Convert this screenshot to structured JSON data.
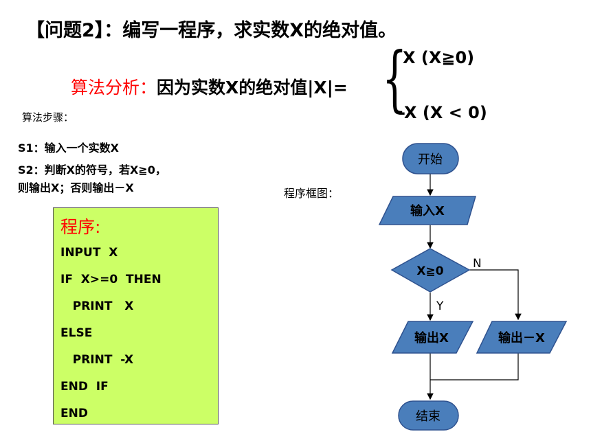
{
  "title": "【问题2】：编写一程序，求实数X的绝对值。",
  "analysis": {
    "label": "算法分析：",
    "text": "因为实数X的绝对值|X|=",
    "case1": "X  (X≧0)",
    "case2": "-X (X < 0)"
  },
  "steps": {
    "heading": "算法步骤：",
    "s1": "S1：输入一个实数X",
    "s2_line1": "S2：判断X的符号，若X≧0，",
    "s2_line2": "则输出X；否则输出－X"
  },
  "program": {
    "heading": "程序:",
    "lines": [
      "INPUT  X",
      "IF  X>=0  THEN",
      "   PRINT   X",
      "ELSE",
      "   PRINT  -X",
      "END  IF",
      "END"
    ]
  },
  "flowchart": {
    "label": "程序框图：",
    "start": "开始",
    "input": "输入X",
    "decision": "X≧0",
    "yes": "Y",
    "no": "N",
    "output_yes": "输出X",
    "output_no": "输出－X",
    "end": "结束",
    "fill_color": "#4a7ebb",
    "stroke_color": "#2f528f"
  }
}
